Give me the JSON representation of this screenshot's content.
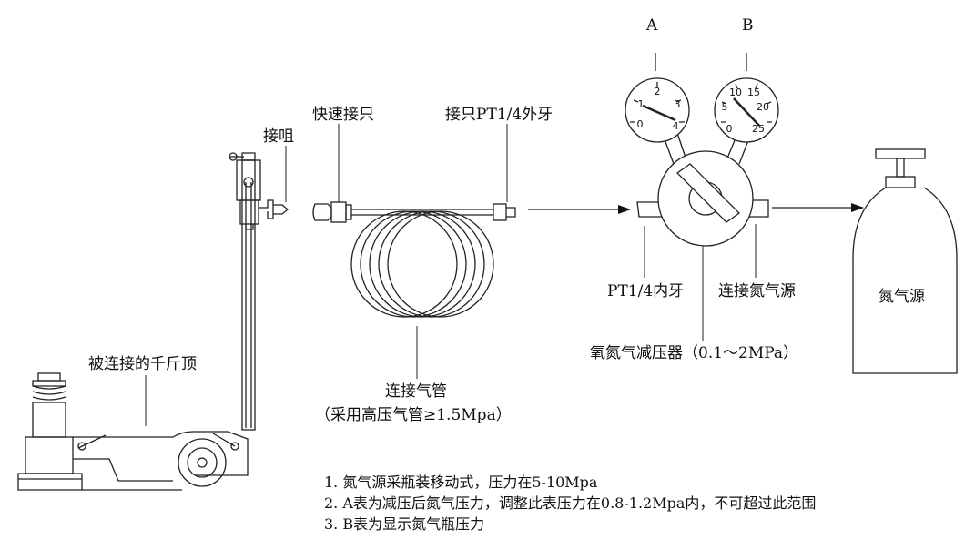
{
  "labels": {
    "nozzle": "接咀",
    "quick_coupler": "快速接只",
    "male_fitting": "接只PT1/4外牙",
    "gauge_a": "A",
    "gauge_b": "B",
    "jack": "被连接的千斤顶",
    "hose": "连接气管",
    "hose_note": "（采用高压气管≥1.5Mpa）",
    "female_thread": "PT1/4内牙",
    "nitrogen_connect": "连接氮气源",
    "regulator": "氧氮气减压器（0.1～2MPa）",
    "cylinder": "氮气源"
  },
  "gauge_a_scale": [
    "0",
    "1",
    "2",
    "3",
    "4"
  ],
  "gauge_b_scale": [
    "0",
    "5",
    "10",
    "15",
    "20",
    "25"
  ],
  "notes": [
    "1. 氮气源采瓶装移动式，压力在5-10Mpa",
    "2. A表为减压后氮气压力，调整此表压力在0.8-1.2Mpa内，不可超过此范围",
    "3. B表为显示氮气瓶压力"
  ]
}
